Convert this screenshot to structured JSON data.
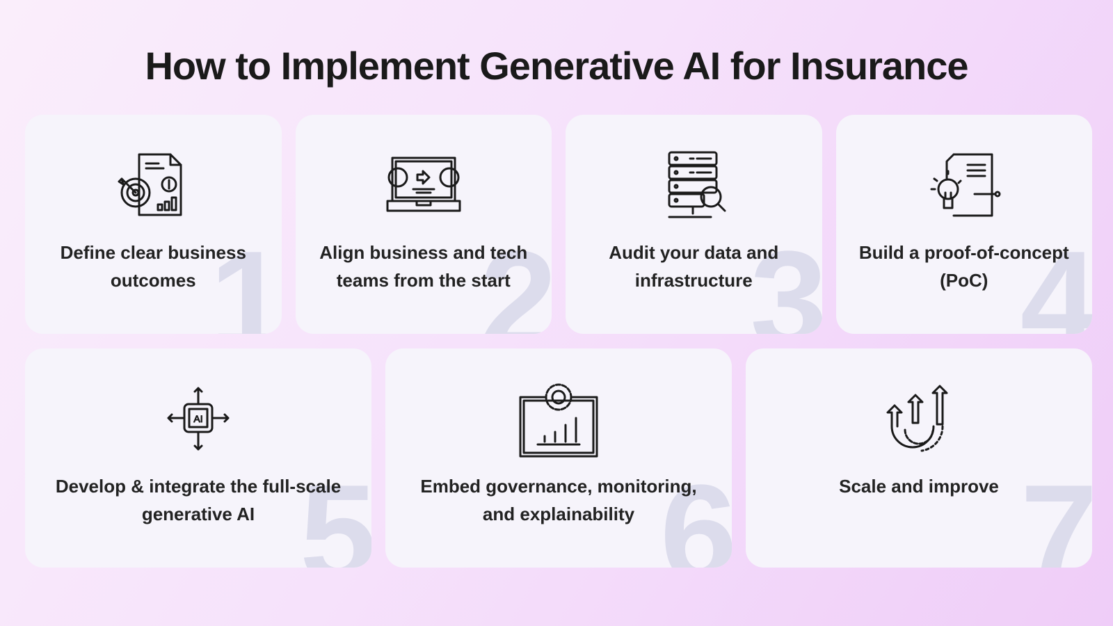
{
  "title": "How to Implement Generative AI for Insurance",
  "steps": [
    {
      "number": "1",
      "label": "Define clear business outcomes",
      "icon": "target-report-icon"
    },
    {
      "number": "2",
      "label": "Align business and tech teams from the start",
      "icon": "laptop-team-icon"
    },
    {
      "number": "3",
      "label": "Audit your data and infrastructure",
      "icon": "server-search-icon"
    },
    {
      "number": "4",
      "label": "Build a proof-of-concept (PoC)",
      "icon": "idea-document-icon"
    },
    {
      "number": "5",
      "label": "Develop & integrate the full-scale generative AI",
      "icon": "ai-chip-icon"
    },
    {
      "number": "6",
      "label": "Embed governance, monitoring, and explainability",
      "icon": "gear-dashboard-icon"
    },
    {
      "number": "7",
      "label": "Scale and improve",
      "icon": "growth-arrows-icon"
    }
  ]
}
